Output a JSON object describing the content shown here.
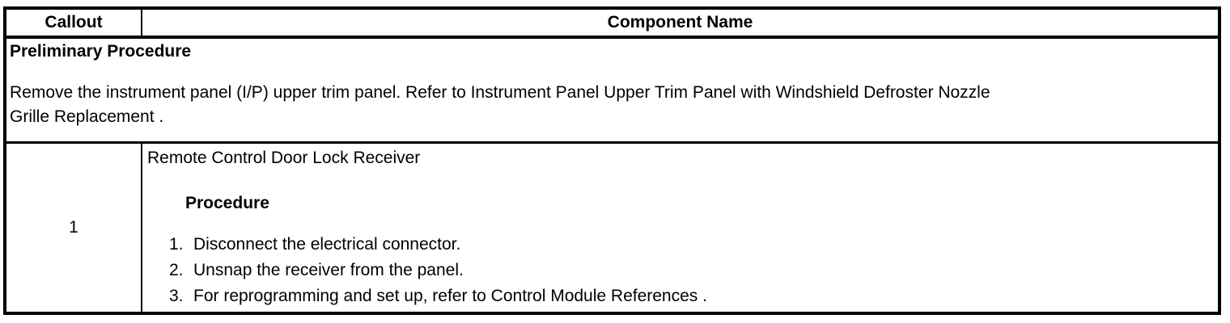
{
  "table": {
    "header": {
      "callout": "Callout",
      "component_name": "Component Name"
    },
    "preliminary": {
      "title": "Preliminary Procedure",
      "text": "Remove the instrument panel (I/P) upper trim panel. Refer to Instrument Panel Upper Trim Panel with Windshield Defroster Nozzle Grille Replacement .",
      "text_line1": "Remove the instrument panel (I/P) upper trim panel. Refer to Instrument Panel Upper Trim Panel with Windshield Defroster Nozzle",
      "text_line2": "Grille Replacement ."
    },
    "rows": [
      {
        "callout": "1",
        "component": "Remote Control Door Lock Receiver",
        "procedure_label": "Procedure",
        "steps": [
          {
            "num": "1.",
            "text": "Disconnect the electrical connector."
          },
          {
            "num": "2.",
            "text": "Unsnap the receiver from the panel."
          },
          {
            "num": "3.",
            "text": "For reprogramming and set up, refer to Control Module References ."
          }
        ]
      }
    ]
  },
  "colors": {
    "border": "#000000",
    "text": "#000000",
    "background": "#ffffff"
  }
}
